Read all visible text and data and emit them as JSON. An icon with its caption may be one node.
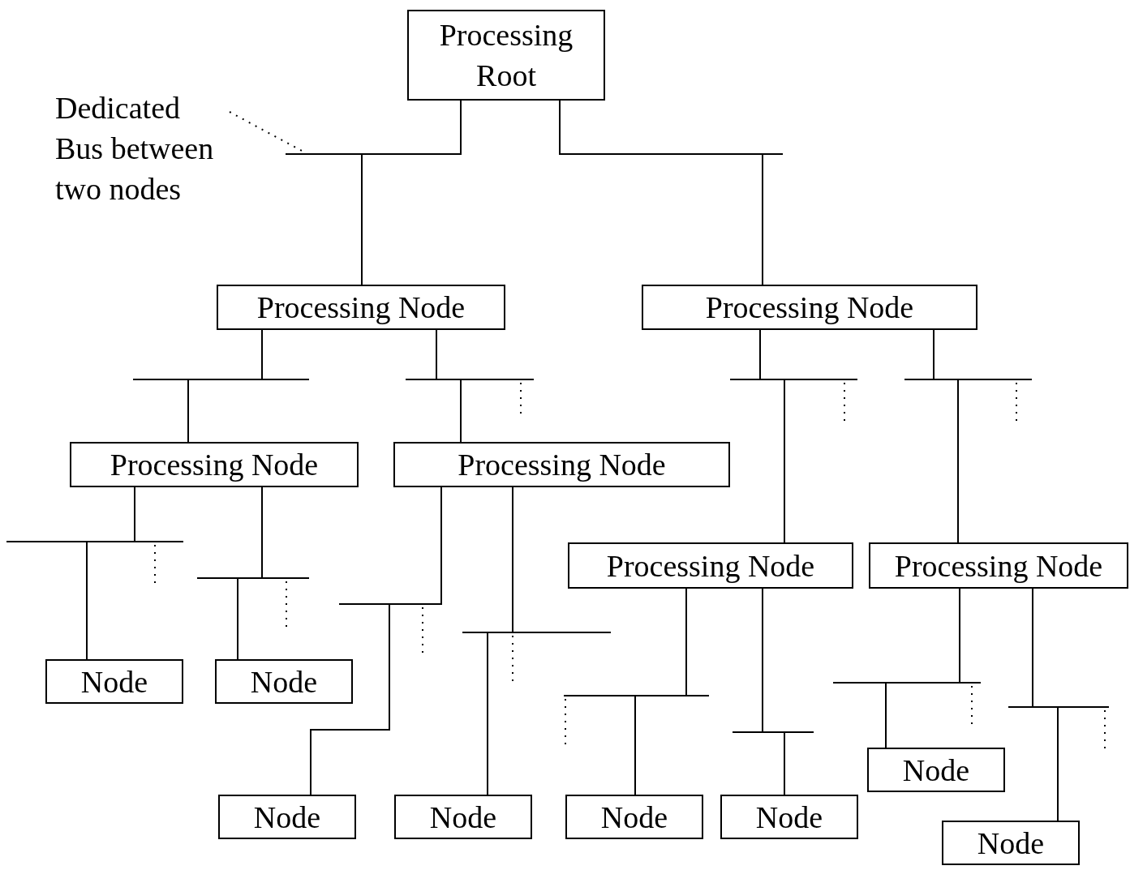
{
  "diagram": {
    "nodes": [
      {
        "text": [
          "Processing Root"
        ]
      },
      {
        "text": [
          "Processing Node"
        ]
      },
      {
        "text": [
          "Processing Node"
        ]
      },
      {
        "text": [
          "Processing Node"
        ]
      },
      {
        "text": [
          "Processing Node"
        ]
      },
      {
        "text": [
          "Processing Node"
        ]
      },
      {
        "text": [
          "Processing Node"
        ]
      },
      {
        "text": [
          "Node"
        ]
      },
      {
        "text": [
          "Node"
        ]
      },
      {
        "text": [
          "Node"
        ]
      },
      {
        "text": [
          "Node"
        ]
      },
      {
        "text": [
          "Node"
        ]
      },
      {
        "text": [
          "Node"
        ]
      },
      {
        "text": [
          "Node"
        ]
      },
      {
        "text": [
          "Node"
        ]
      },
      {
        "text": [
          "Dedicated Bus between two nodes"
        ]
      }
    ],
    "edges": [
      {
        "from": 0,
        "to": 1,
        "arrow": "none"
      },
      {
        "from": 0,
        "to": 2,
        "arrow": "none"
      },
      {
        "from": 1,
        "to": 3,
        "arrow": "none"
      },
      {
        "from": 1,
        "to": 4,
        "arrow": "none"
      },
      {
        "from": 2,
        "to": 5,
        "arrow": "none"
      },
      {
        "from": 2,
        "to": 6,
        "arrow": "none"
      },
      {
        "from": 3,
        "to": 7,
        "arrow": "none"
      },
      {
        "from": 3,
        "to": 8,
        "arrow": "none"
      },
      {
        "from": 4,
        "to": 9,
        "arrow": "none"
      },
      {
        "from": 4,
        "to": 10,
        "arrow": "none"
      },
      {
        "from": 5,
        "to": 11,
        "arrow": "none"
      },
      {
        "from": 5,
        "to": 12,
        "arrow": "none"
      },
      {
        "from": 6,
        "to": 13,
        "arrow": "none"
      },
      {
        "from": 6,
        "to": 14,
        "arrow": "none"
      },
      {
        "from": 15,
        "to": null,
        "arrow": "none",
        "style": "dashed"
      }
    ]
  }
}
